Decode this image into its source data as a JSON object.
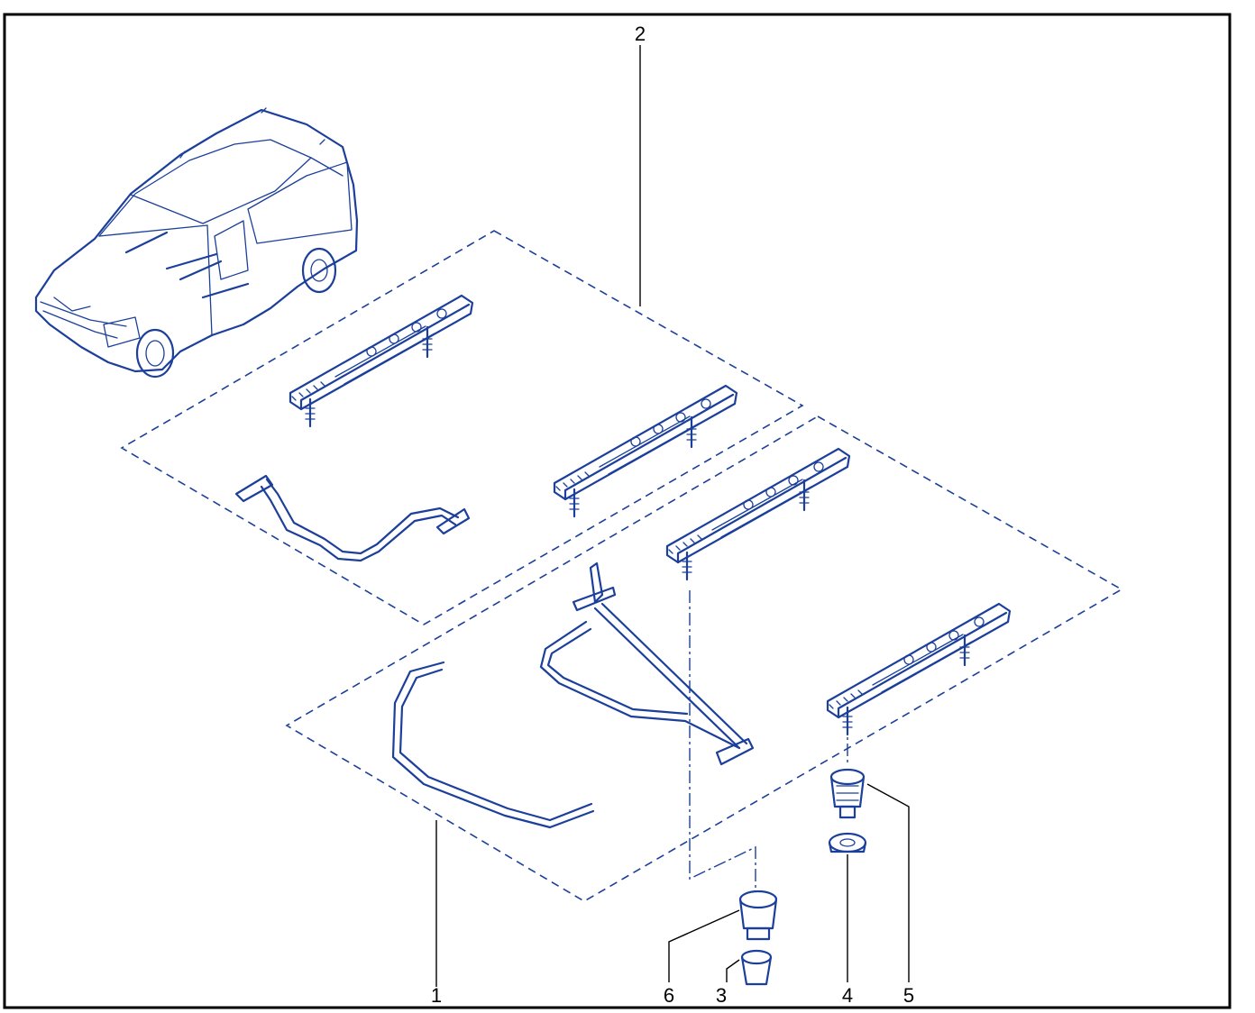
{
  "diagram": {
    "callouts": [
      {
        "label": "2"
      },
      {
        "label": "1"
      },
      {
        "label": "6"
      },
      {
        "label": "3"
      },
      {
        "label": "4"
      },
      {
        "label": "5"
      }
    ]
  }
}
